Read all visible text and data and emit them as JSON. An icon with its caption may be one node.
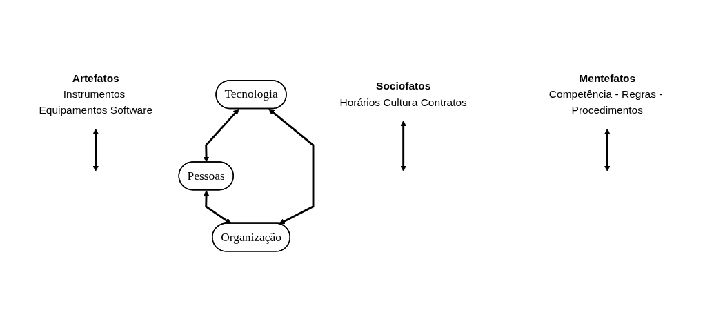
{
  "diagram": {
    "nodes": [
      {
        "text": [
          "Artefatos",
          "Instrumentos Equipamentos Software"
        ]
      },
      {
        "text": [
          "Tecnologia"
        ]
      },
      {
        "text": [
          "Sociofatos",
          "Horários Cultura Contratos"
        ]
      },
      {
        "text": [
          "Pessoas"
        ]
      },
      {
        "text": [
          "Organização"
        ]
      },
      {
        "text": [
          "Mentefatos",
          "Competência - Regras - Procedimentos"
        ]
      }
    ],
    "edges": [
      {
        "from": 3,
        "to": 1,
        "arrow": "both"
      },
      {
        "from": 1,
        "to": 4,
        "arrow": "both"
      },
      {
        "from": 3,
        "to": 4,
        "arrow": "both"
      },
      {
        "from": 0,
        "to": null,
        "arrow": "both"
      },
      {
        "from": 2,
        "to": null,
        "arrow": "both"
      },
      {
        "from": 5,
        "to": null,
        "arrow": "both"
      }
    ]
  }
}
